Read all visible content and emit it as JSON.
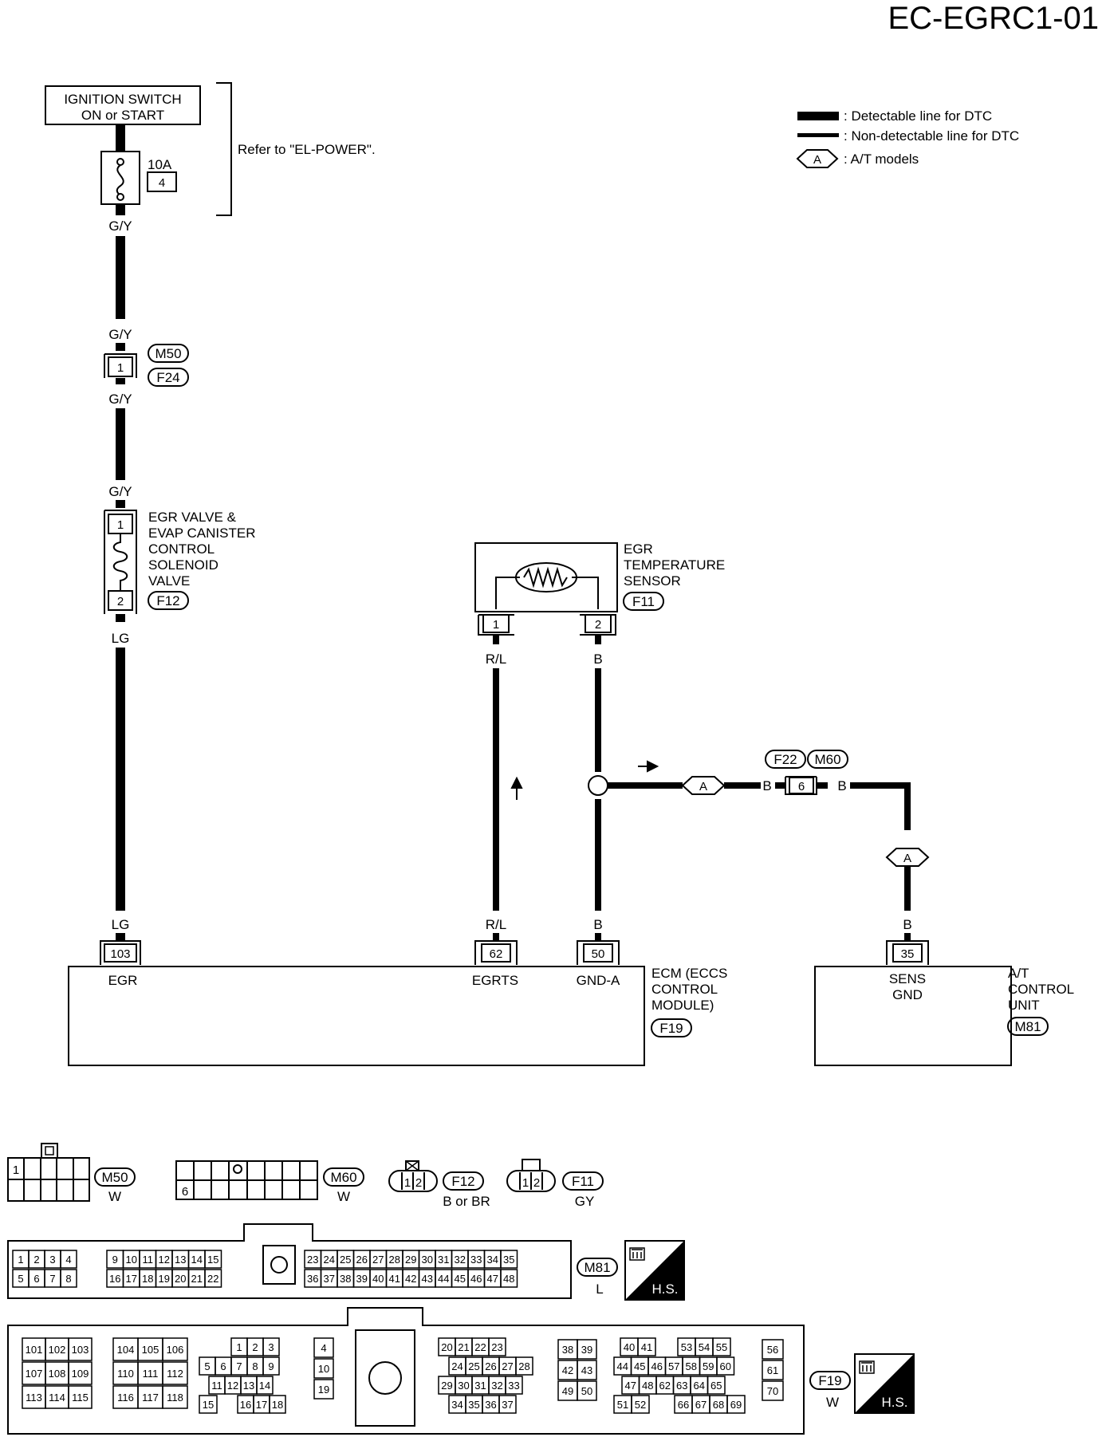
{
  "page_code": "EC-EGRC1-01",
  "legend": {
    "thick": ": Detectable line for DTC",
    "thin": ": Non-detectable line for DTC",
    "hex_letter": "A",
    "hex": ": A/T models"
  },
  "ignition": {
    "line1": "IGNITION SWITCH",
    "line2": "ON or START"
  },
  "fuse": {
    "rating": "10A",
    "number": "4",
    "refer": "Refer to \"EL-POWER\"."
  },
  "wires": {
    "gy_1": "G/Y",
    "gy_2": "G/Y",
    "gy_3": "G/Y",
    "gy_4": "G/Y",
    "lg_1": "LG",
    "lg_2": "LG",
    "rl_1": "R/L",
    "rl_2": "R/L",
    "b_1": "B",
    "b_2": "B",
    "b_3": "B",
    "b_4": "B",
    "b_5": "B"
  },
  "joint_connector": {
    "pin": "1",
    "code_top": "M50",
    "code_bottom": "F24"
  },
  "egr_valve": {
    "pin_top": "1",
    "pin_bottom": "2",
    "code": "F12",
    "label": [
      "EGR VALVE &",
      "EVAP CANISTER",
      "CONTROL",
      "SOLENOID",
      "VALVE"
    ]
  },
  "temp_sensor": {
    "label": [
      "EGR",
      "TEMPERATURE",
      "SENSOR"
    ],
    "code": "F11",
    "pin_1": "1",
    "pin_2": "2"
  },
  "at_path": {
    "hex": "A",
    "code_left": "F22",
    "code_right": "M60",
    "pin": "6"
  },
  "ecm": {
    "pins": [
      "103",
      "62",
      "50"
    ],
    "signals": [
      "EGR",
      "EGRTS",
      "GND-A"
    ],
    "label": [
      "ECM (ECCS",
      "CONTROL",
      "MODULE)"
    ],
    "code": "F19"
  },
  "tcu": {
    "pin": "35",
    "signal": [
      "SENS",
      "GND"
    ],
    "label": [
      "A/T",
      "CONTROL",
      "UNIT"
    ],
    "code": "M81"
  },
  "connector_views": {
    "m50": {
      "code": "M50",
      "color": "W",
      "pin": "1"
    },
    "m60": {
      "code": "M60",
      "color": "W",
      "pin": "6"
    },
    "f12": {
      "code": "F12",
      "color": "B or BR",
      "pins": [
        "1",
        "2"
      ]
    },
    "f11": {
      "code": "F11",
      "color": "GY",
      "pins": [
        "1",
        "2"
      ]
    },
    "m81": {
      "code": "M81",
      "color": "L",
      "hs": "H.S."
    },
    "f19": {
      "code": "F19",
      "color": "W",
      "hs": "H.S."
    }
  }
}
